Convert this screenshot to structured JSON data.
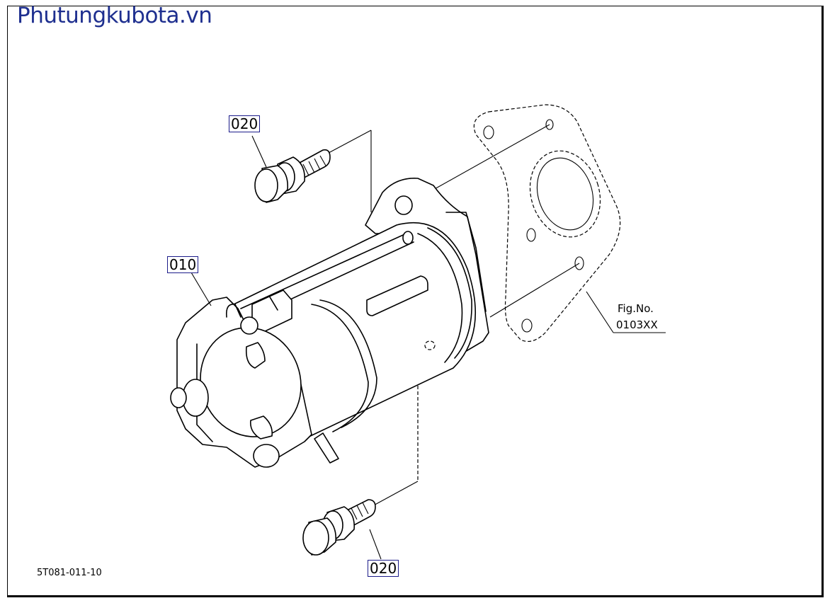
{
  "watermark": "Phutungkubota.vn",
  "callouts": {
    "bolt_top": "020",
    "starter": "010",
    "bolt_bottom": "020"
  },
  "figure_reference": {
    "label": "Fig.No.",
    "number": "0103XX"
  },
  "diagram_code": "5T081-011-10"
}
